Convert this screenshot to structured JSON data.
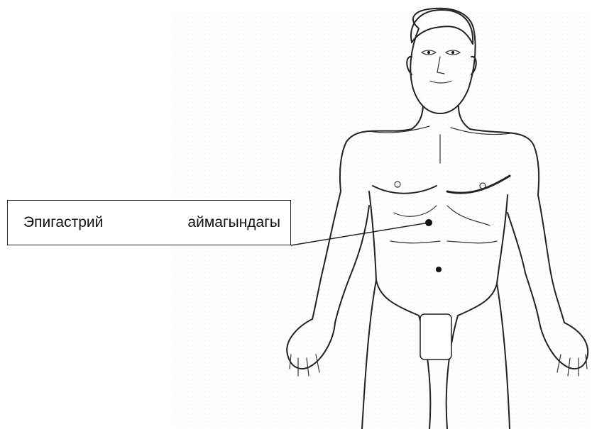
{
  "callout": {
    "word1": "Эпигастрий",
    "word2": "аймагындагы"
  },
  "colors": {
    "ink": "#222222",
    "background": "#ffffff"
  },
  "icons": [
    "human-body-outline",
    "epigastric-point-marker",
    "genital-cover-box"
  ]
}
